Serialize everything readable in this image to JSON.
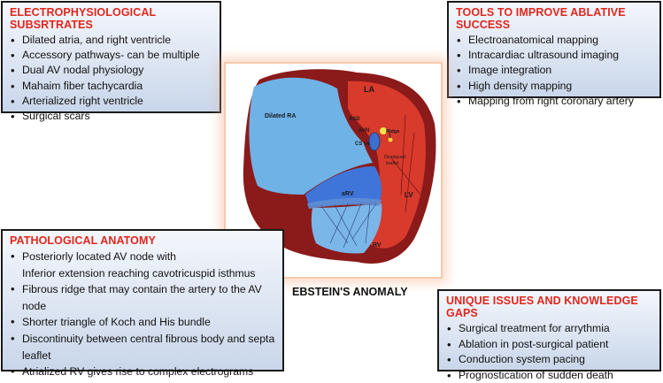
{
  "electrophysiological": {
    "title": "ELECTROPHYSIOLOGICAL SUBSRTRATES",
    "items": [
      "Dilated atria, and right ventricle",
      "Accessory pathways- can be multiple",
      "Dual AV nodal physiology",
      "Mahaim fiber tachycardia",
      "Arterialized right ventricle",
      "Surgical scars"
    ]
  },
  "tools": {
    "title": "TOOLS TO IMPROVE ABLATIVE SUCCESS",
    "items": [
      "Electroanatomical mapping",
      "Intracardiac ultrasound imaging",
      "Image integration",
      "High density mapping",
      "Mapping from right coronary artery"
    ]
  },
  "pathological": {
    "title": "PATHOLOGICAL ANATOMY",
    "items": [
      "Posteriorly located AV node with",
      "Fibrous ridge that may contain the artery to the AV node",
      "Shorter triangle of Koch and His bundle",
      "Discontinuity between central fibrous body and septa leaflet",
      "Atrialized RV gives rise to complex electrograms"
    ],
    "item0_continuation": "Inferior extension reaching cavotricuspid isthmus"
  },
  "unique": {
    "title": "UNIQUE ISSUES AND KNOWLEDGE GAPS",
    "items": [
      "Surgical treatment for arrythmia",
      "Ablation in post-surgical patient",
      "Conduction system pacing",
      "Prognostication of sudden death"
    ]
  },
  "heart": {
    "caption": "EBSTEIN'S ANOMALY",
    "labels": {
      "la": "LA",
      "dilated_ra": "Dilated RA",
      "asd": "ASD",
      "avn": "AVN",
      "ridge": "Ridge",
      "cs_os": "CS os",
      "displaced_leaflet_1": "Displaced",
      "displaced_leaflet_2": "leaflet",
      "arv": "aRV",
      "lv": "LV",
      "rv": "RV"
    },
    "colors": {
      "wall": "#8b1a1a",
      "left_heart": "#d83a2c",
      "right_atrium": "#6fb2e6",
      "atrialized_rv": "#3f74d8",
      "rv": "#7bb6e8",
      "frame_glow": "#f6c9ad",
      "title_red": "#e0261c"
    }
  }
}
